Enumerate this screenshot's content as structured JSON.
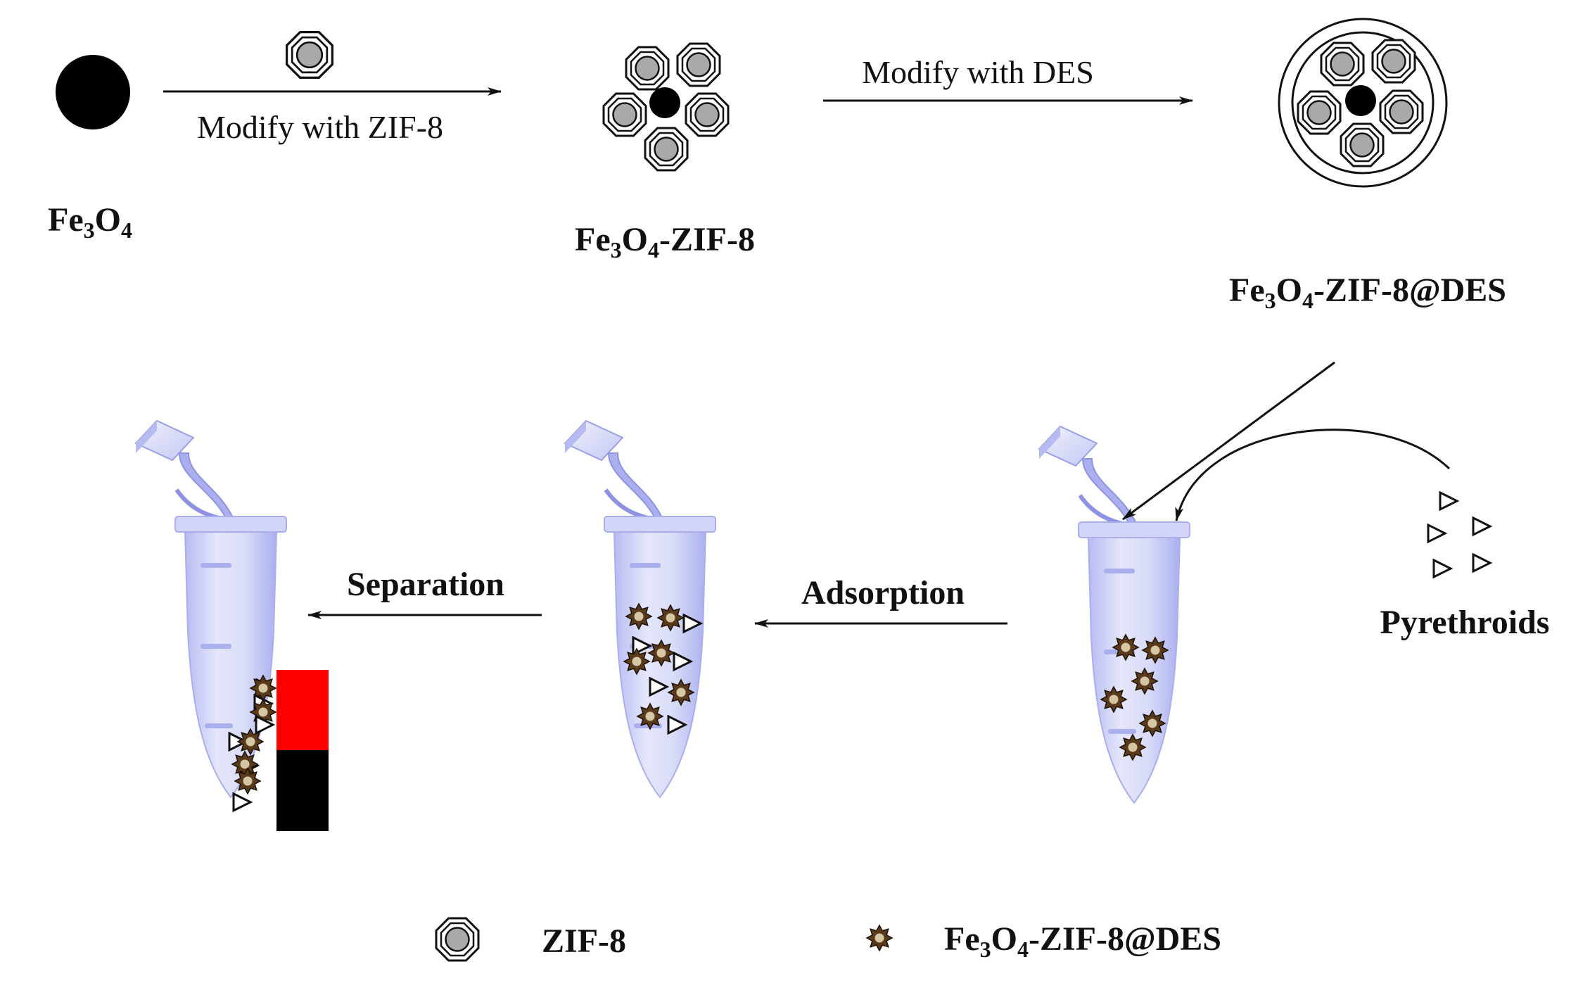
{
  "steps": {
    "modify_zif8": "Modify with ZIF-8",
    "modify_des": "Modify with DES",
    "adsorption": "Adsorption",
    "separation": "Separation"
  },
  "materials": {
    "fe3o4": {
      "base": "Fe",
      "s1": "3",
      "mid": "O",
      "s2": "4",
      "tail": ""
    },
    "fe3o4_zif8": {
      "base": "Fe",
      "s1": "3",
      "mid": "O",
      "s2": "4",
      "tail": "-ZIF-8"
    },
    "fe3o4_zif8_des": {
      "base": "Fe",
      "s1": "3",
      "mid": "O",
      "s2": "4",
      "tail": "-ZIF-8@DES"
    }
  },
  "pyrethroids_label": "Pyrethroids",
  "legend": {
    "zif8": "ZIF-8",
    "composite": {
      "base": "Fe",
      "s1": "3",
      "mid": "O",
      "s2": "4",
      "tail": "-ZIF-8@DES"
    }
  },
  "colors": {
    "core": "#000000",
    "zif8_fill": "#a9a9a9",
    "composite_particle": "#5a3a1a",
    "tube": "#c9ccf5",
    "magnet_north": "#ff0000",
    "magnet_south": "#000000"
  }
}
